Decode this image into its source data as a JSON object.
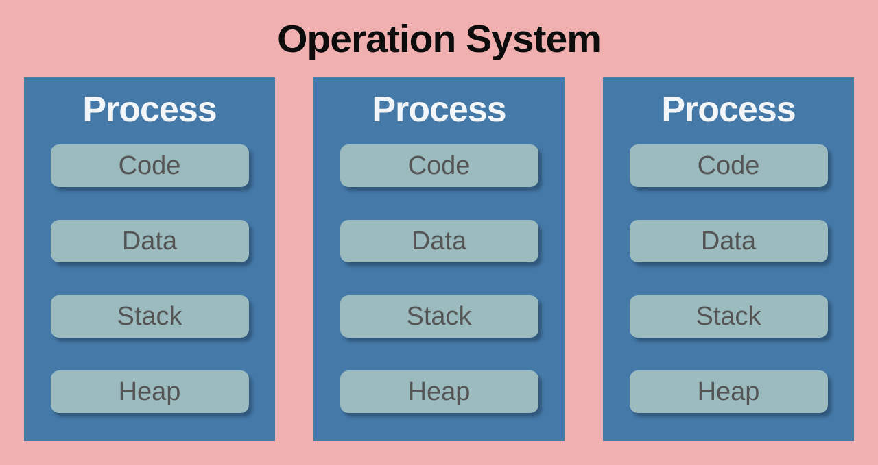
{
  "title": "Operation System",
  "colors": {
    "background": "#F0B0B0",
    "process_box": "#4579A8",
    "process_title_text": "#F2F6F8",
    "segment_box": "#9CBBBF",
    "segment_text": "#555555",
    "title_text": "#0D0D0D"
  },
  "processes": [
    {
      "title": "Process",
      "segments": [
        "Code",
        "Data",
        "Stack",
        "Heap"
      ]
    },
    {
      "title": "Process",
      "segments": [
        "Code",
        "Data",
        "Stack",
        "Heap"
      ]
    },
    {
      "title": "Process",
      "segments": [
        "Code",
        "Data",
        "Stack",
        "Heap"
      ]
    }
  ]
}
